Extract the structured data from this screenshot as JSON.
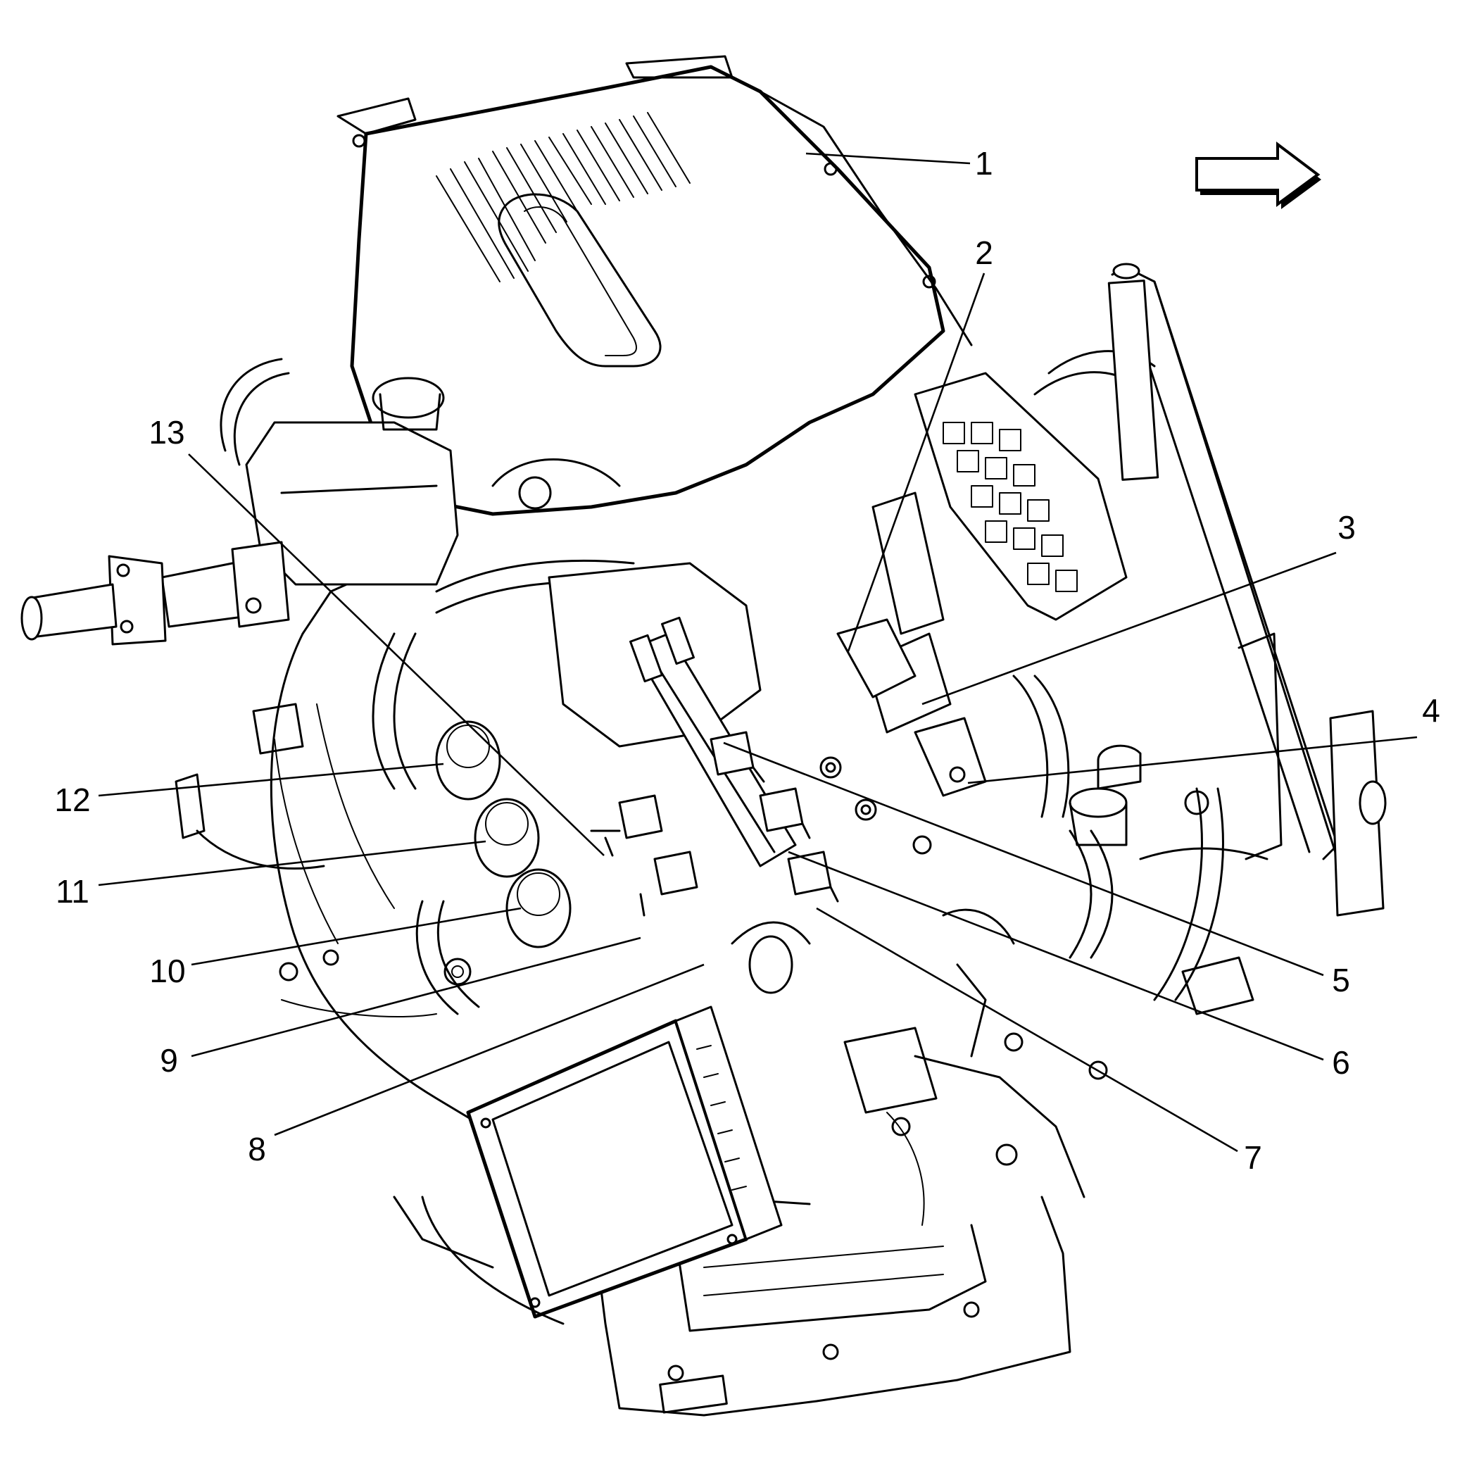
{
  "callouts": [
    {
      "id": "1",
      "label": "1"
    },
    {
      "id": "2",
      "label": "2"
    },
    {
      "id": "3",
      "label": "3"
    },
    {
      "id": "4",
      "label": "4"
    },
    {
      "id": "5",
      "label": "5"
    },
    {
      "id": "6",
      "label": "6"
    },
    {
      "id": "7",
      "label": "7"
    },
    {
      "id": "8",
      "label": "8"
    },
    {
      "id": "9",
      "label": "9"
    },
    {
      "id": "10",
      "label": "10"
    },
    {
      "id": "11",
      "label": "11"
    },
    {
      "id": "12",
      "label": "12"
    },
    {
      "id": "13",
      "label": "13"
    }
  ],
  "direction_arrow": {
    "icon": "front-direction-arrow-icon",
    "points": "right"
  }
}
